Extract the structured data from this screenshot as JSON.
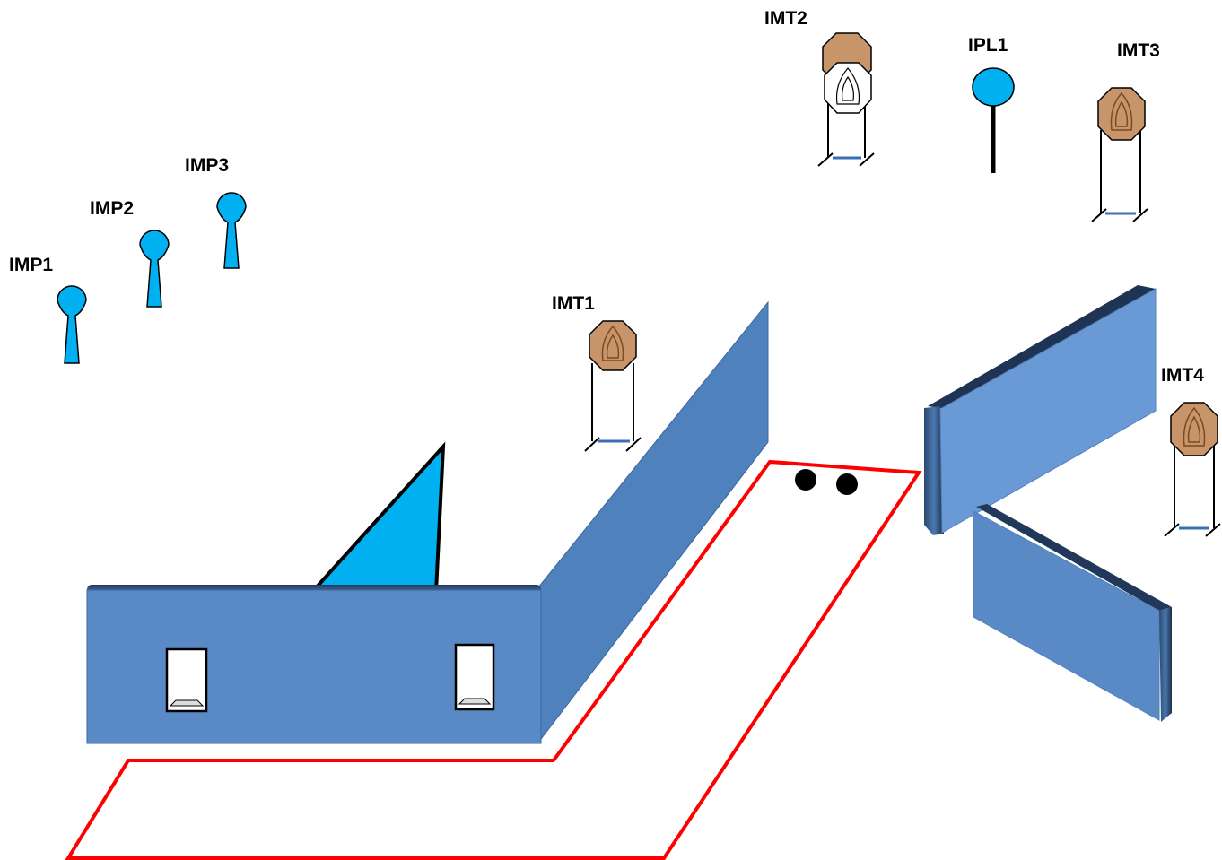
{
  "colors": {
    "popper": "#00b0f0",
    "plate": "#00b0f0",
    "metal_target": "#c8956a",
    "no_shoot": "#ffffff",
    "wall_front": "#5a8ac6",
    "wall_side": "#4f81bd",
    "wall_light": "#6a9ad6",
    "fault_line": "#ff0000",
    "start_marker": "#000000"
  },
  "labels": {
    "imp1": "IMP1",
    "imp2": "IMP2",
    "imp3": "IMP3",
    "imt1": "IMT1",
    "imt2": "IMT2",
    "imt3": "IMT3",
    "imt4": "IMT4",
    "ipl1": "IPL1"
  },
  "icons": {
    "popper": "pepper-popper-icon",
    "metal_target": "octagon-mini-target-icon",
    "plate": "round-plate-icon",
    "start": "start-position-dots"
  }
}
